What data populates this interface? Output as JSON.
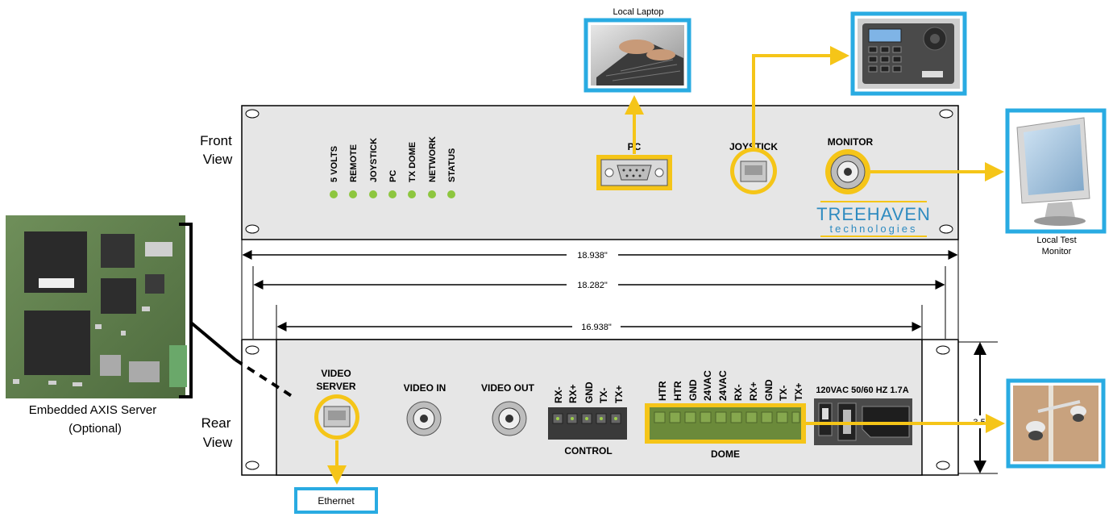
{
  "front_view": {
    "line1": "Front",
    "line2": "View"
  },
  "rear_view": {
    "line1": "Rear",
    "line2": "View"
  },
  "front_panel": {
    "indicators": [
      "5 VOLTS",
      "REMOTE",
      "JOYSTICK",
      "PC",
      "TX DOME",
      "NETWORK",
      "STATUS"
    ],
    "pc_label": "PC",
    "joystick_label": "JOYSTICK",
    "monitor_label": "MONITOR"
  },
  "brand": {
    "name": "TREEHAVEN",
    "sub": "technologies"
  },
  "external": {
    "local_laptop": "Local Laptop",
    "local_test_monitor_1": "Local Test",
    "local_test_monitor_2": "Monitor",
    "ethernet": "Ethernet",
    "axis_server_1": "Embedded AXIS Server",
    "axis_server_2": "(Optional)"
  },
  "dimensions": {
    "overall_width": "18.938\"",
    "mount_width": "18.282\"",
    "chassis_width": "16.938\"",
    "height": "3.5\""
  },
  "rear_panel": {
    "video_server_1": "VIDEO",
    "video_server_2": "SERVER",
    "video_in": "VIDEO IN",
    "video_out": "VIDEO OUT",
    "control_pins": [
      "RX-",
      "RX+",
      "GND",
      "TX-",
      "TX+"
    ],
    "control_label": "CONTROL",
    "dome_pins": [
      "HTR",
      "HTR",
      "GND",
      "24VAC",
      "24VAC",
      "RX-",
      "RX+",
      "GND",
      "TX-",
      "TX+"
    ],
    "dome_label": "DOME",
    "power_label": "120VAC  50/60 HZ  1.7A"
  },
  "colors": {
    "highlight": "#F5C518",
    "blue_frame": "#29ABE2",
    "panel": "#E6E6E6",
    "led": "#8DC63F"
  }
}
